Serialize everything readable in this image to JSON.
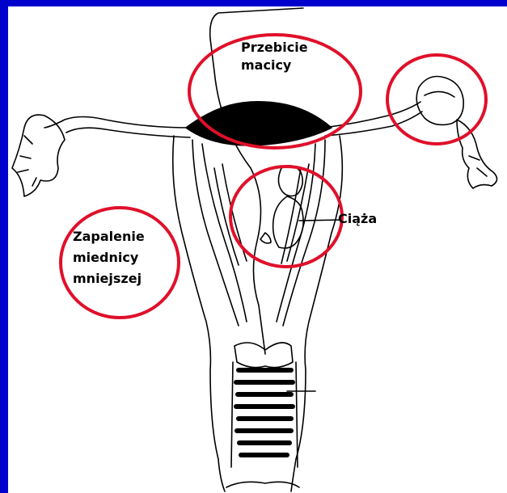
{
  "labels": {
    "perforation_line1": "Przebicie",
    "perforation_line2": "macicy",
    "pregnancy": "Ciąża",
    "pid_line1": "Zapalenie",
    "pid_line2": "miednicy",
    "pid_line3": "mniejszej"
  },
  "colors": {
    "frame": "#0000cc",
    "panel": "#ffffff",
    "highlight_circle": "#e0102a",
    "ink": "#000000"
  }
}
